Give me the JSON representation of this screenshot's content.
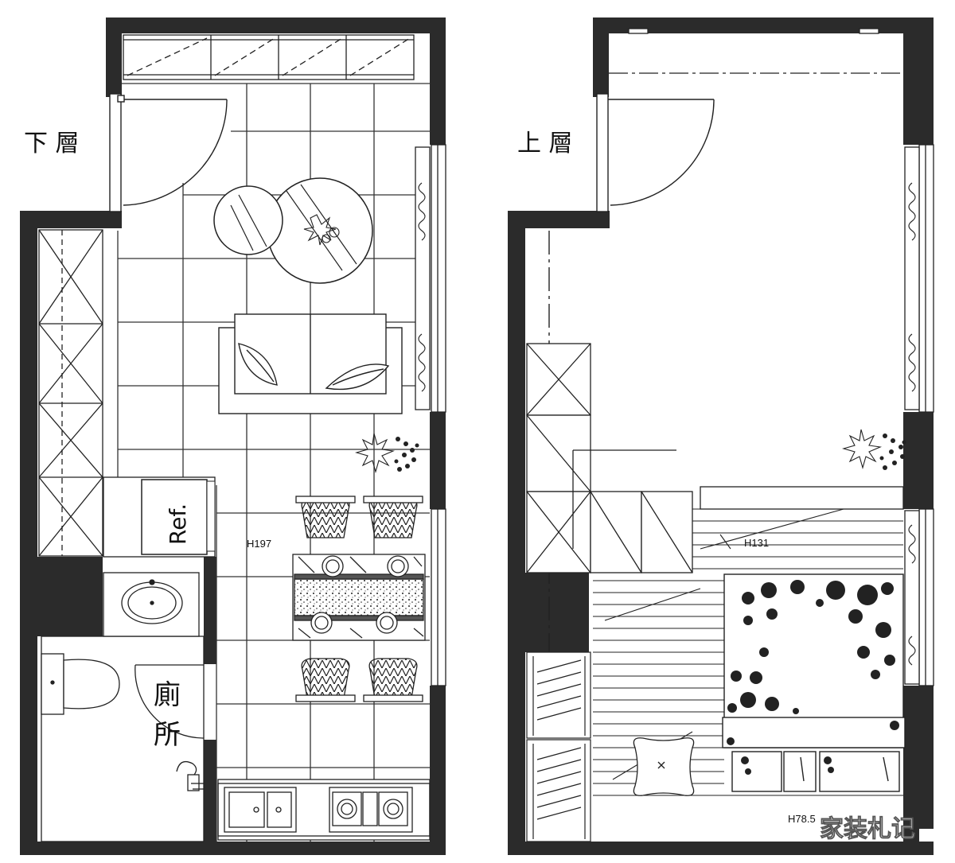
{
  "lower_floor": {
    "title": "下 層",
    "fridge_label": "Ref.",
    "height_label": "H197",
    "toilet_label_line1": "廁",
    "toilet_label_line2": "所"
  },
  "upper_floor": {
    "title": "上 層",
    "height_label": "H131",
    "height_label_2": "H78.5"
  },
  "watermark": "家装札记",
  "colors": {
    "wall": "#2b2b2b",
    "line": "#1a1a1a",
    "background": "#ffffff"
  }
}
